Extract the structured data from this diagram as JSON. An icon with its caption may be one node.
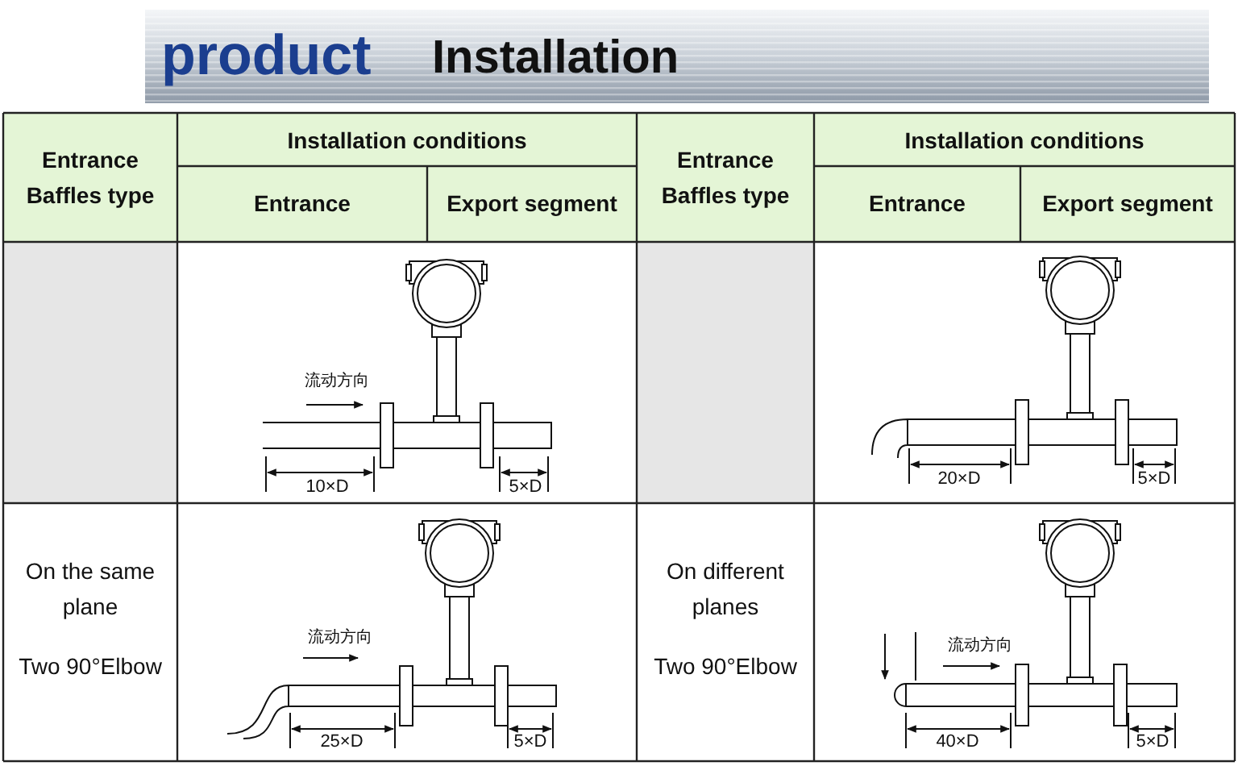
{
  "diagram": {
    "labels": [
      "product",
      "Installation",
      "Entrance Baffles type",
      "Installation conditions",
      "Entrance Baffles type",
      "Installation conditions",
      "Entrance",
      "Export segment",
      "Entrance",
      "Export segment",
      "流动方向",
      "10×D",
      "5×D",
      "20×D",
      "5×D",
      "On the same plane",
      "Two 90°Elbow",
      "流动方向",
      "25×D",
      "5×D",
      "On different planes",
      "Two 90°Elbow",
      "流动方向",
      "40×D",
      "5×D"
    ]
  }
}
